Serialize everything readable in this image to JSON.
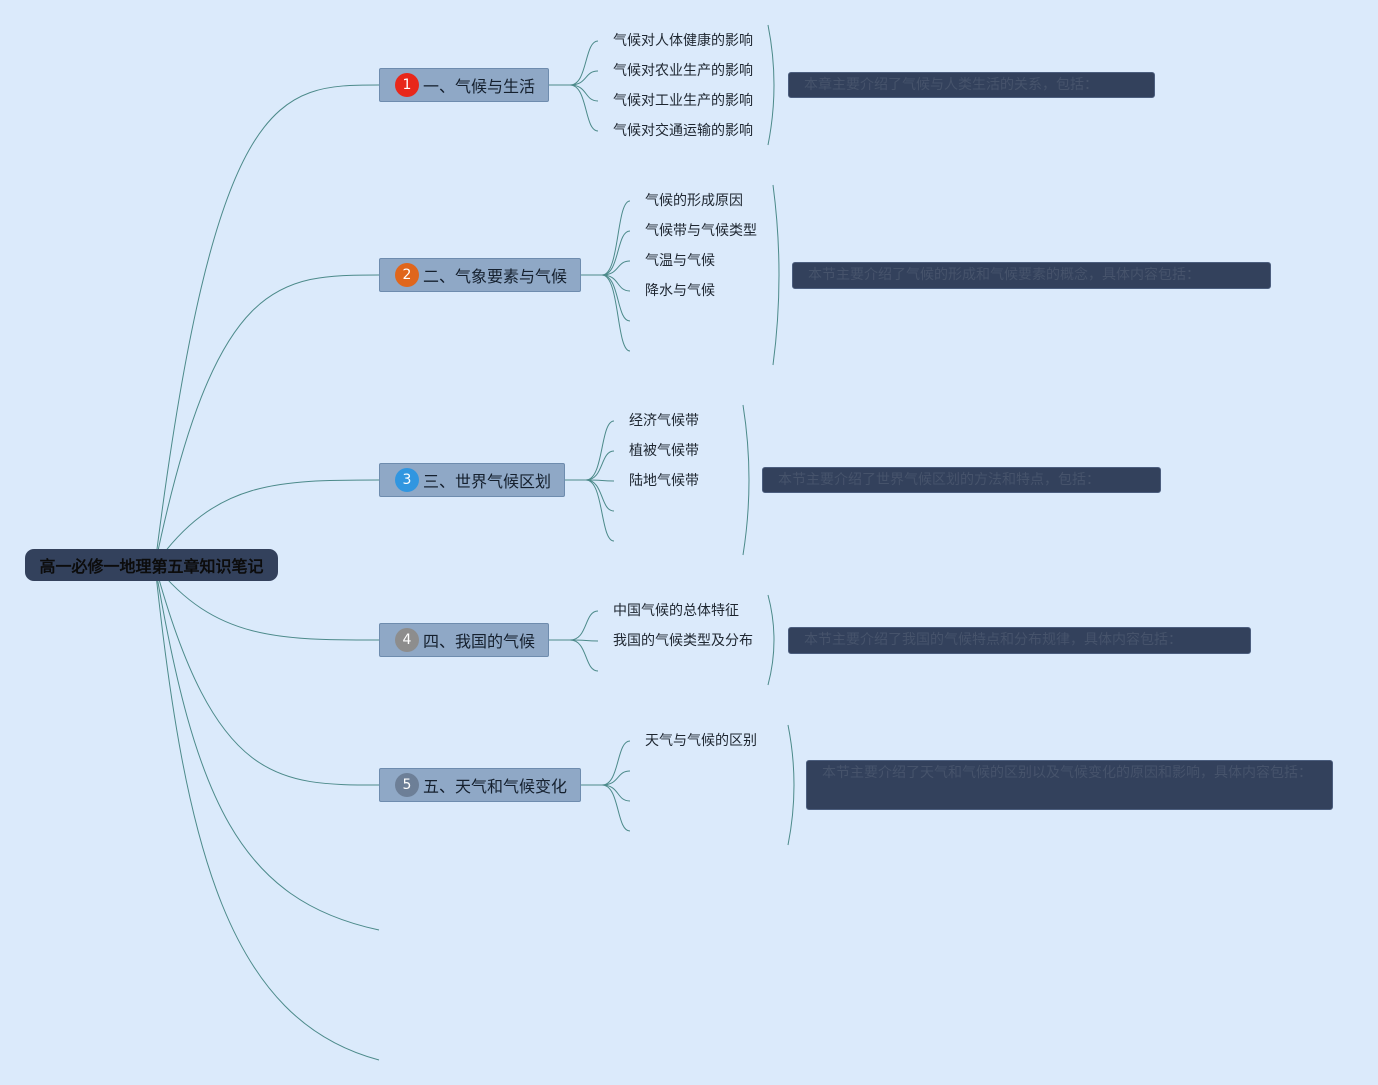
{
  "root": {
    "label": "高一必修一地理第五章知识笔记"
  },
  "colors": {
    "background": "#dbeafb",
    "root_fill": "#33415c",
    "topic_fill": "#8fa8c6",
    "summary_fill": "#33415c",
    "link_stroke": "#4c8a8a",
    "badge_1": "#e8271a",
    "badge_2": "#e0661c",
    "badge_3": "#3196e0",
    "badge_4": "#8d8d8d",
    "badge_5": "#6d7f97"
  },
  "topics": [
    {
      "number": "1",
      "label": "一、气候与生活",
      "subtopics": [
        "气候对人体健康的影响",
        "气候对农业生产的影响",
        "气候对工业生产的影响",
        "气候对交通运输的影响"
      ],
      "summary": "本章主要介绍了气候与人类生活的关系，包括："
    },
    {
      "number": "2",
      "label": "二、气象要素与气候",
      "subtopics": [
        "气候的形成原因",
        "气候带与气候类型",
        "气温与气候",
        "降水与气候",
        "",
        ""
      ],
      "summary": "本节主要介绍了气候的形成和气候要素的概念，具体内容包括："
    },
    {
      "number": "3",
      "label": "三、世界气候区划",
      "subtopics": [
        "经济气候带",
        "植被气候带",
        "陆地气候带",
        "",
        ""
      ],
      "summary": "本节主要介绍了世界气候区划的方法和特点，包括："
    },
    {
      "number": "4",
      "label": "四、我国的气候",
      "subtopics": [
        "中国气候的总体特征",
        "我国的气候类型及分布",
        ""
      ],
      "summary": "本节主要介绍了我国的气候特点和分布规律，具体内容包括："
    },
    {
      "number": "5",
      "label": "五、天气和气候变化",
      "subtopics": [
        "天气与气候的区别",
        "",
        "",
        ""
      ],
      "summary": "本节主要介绍了天气和气候的区别以及气候变化的原因和影响，具体内容包括："
    }
  ]
}
